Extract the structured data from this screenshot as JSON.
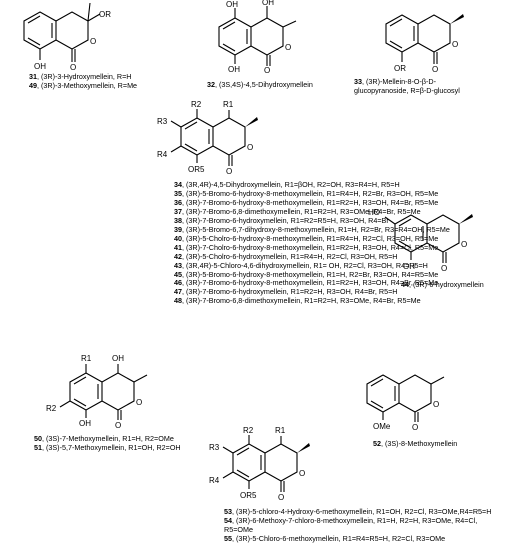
{
  "structures": {
    "s31": {
      "labels": [
        "OR",
        "O",
        "O",
        "OH"
      ]
    },
    "s32": {
      "labels": [
        "OH",
        "OH",
        "O",
        "O",
        "OH"
      ]
    },
    "s33": {
      "labels": [
        "O",
        "O",
        "OR"
      ]
    },
    "s34": {
      "labels": [
        "R2",
        "R1",
        "R3",
        "O",
        "R4",
        "O",
        "OR5"
      ]
    },
    "s44": {
      "labels": [
        "HO",
        "O",
        "OH",
        "O"
      ]
    },
    "s50": {
      "labels": [
        "R1",
        "OH",
        "R2",
        "O",
        "OH",
        "O"
      ]
    },
    "s52": {
      "labels": [
        "O",
        "OMe",
        "O"
      ]
    },
    "s53": {
      "labels": [
        "R2",
        "R1",
        "R3",
        "O",
        "R4",
        "O",
        "OR5"
      ]
    }
  },
  "captions": {
    "c31": {
      "num": "31",
      "text": ", (3R)-3-Hydroxymellein, R=H"
    },
    "c49": {
      "num": "49",
      "text": ", (3R)-3-Methoxymellein, R=Me"
    },
    "c32": {
      "num": "32",
      "text": ", (3S,4S)-4,5-Dihydroxymellein"
    },
    "c33": {
      "num": "33",
      "text": ", (3R)-Mellein-8-O-β-D-",
      "line2": "glucopyranoside, R=β-D-glucosyl"
    },
    "c44": {
      "num": "44",
      "text": ", (3R)-6-hydroxymellein"
    },
    "c50": {
      "num": "50",
      "text": ", (3S)-7-Methoxymellein, R1=H, R2=OMe"
    },
    "c51": {
      "num": "51",
      "text": ", (3S)-5,7-Methoxymellein, R1=OH, R2=OH"
    },
    "c52": {
      "num": "52",
      "text": ", (3S)-8-Methoxymellein"
    }
  },
  "compound_list": [
    {
      "num": "34",
      "text": ", (3R,4R)-4,5-Dihydroxymellein, R1=βOH, R2=OH, R3=R4=H, R5=H"
    },
    {
      "num": "35",
      "text": ", (3R)-5-Bromo-6-hydroxy-8-methoxymellein, R1=R4=H, R2=Br, R3=OH, R5=Me"
    },
    {
      "num": "36",
      "text": ", (3R)-7-Bromo-6-hydroxy-8-methoxymellein, R1=R2=H, R3=OH, R4=Br, R5=Me"
    },
    {
      "num": "37",
      "text": ", (3R)-7-Bromo-6,8-dimethoxymellein, R1=R2=H, R3=OMe, R4=Br, R5=Me"
    },
    {
      "num": "38",
      "text": ", (3R)-7-Bromo-6-hydroxymellein, R1=R2=R5=H, R3=OH, R4=Br"
    },
    {
      "num": "39",
      "text": ", (3R)-5-Bromo-6,7-dihydroxy-8-methoxymellein, R1=H, R2=Br, R3=R4=OH, R5=Me"
    },
    {
      "num": "40",
      "text": ", (3R)-5-Cholro-6-hydroxy-8-methoxymellein, R1=R4=H, R2=Cl, R3=OH, R5=Me"
    },
    {
      "num": "41",
      "text": ", (3R)-7-Cholro-6-hydroxy-8-methoxymellein, R1=R2=H, R3=OH, R4=Cl, R5=Me"
    },
    {
      "num": "42",
      "text": ", (3R)-5-Cholro-6-hydroxymellein, R1=R4=H, R2=Cl, R3=OH, R5=H"
    },
    {
      "num": "43",
      "text": ", (3R,4R)-5-Chloro-4,6-dihydroxymellein, R1= OH, R2=Cl, R3=OH, R4=R5=H"
    },
    {
      "num": "45",
      "text": ", (3R)-5-Bromo-6-hydroxy-8-methoxymellein, R1=H, R2=Br, R3=OH, R4=R5=Me"
    },
    {
      "num": "46",
      "text": ", (3R)-7-Bromo-6-hydroxy-8-methoxymellein, R1=R2=H, R3=OH, R4=Br, R5=Me"
    },
    {
      "num": "47",
      "text": ", (3R)-7-Bromo-6-hydroxymellein, R1=R2=H, R3=OH, R4=Br, R5=H"
    },
    {
      "num": "48",
      "text": ", (3R)-7-Bromo-6,8-dimethoxymellein, R1=R2=H, R3=OMe, R4=Br, R5=Me"
    }
  ],
  "compound_list_2": [
    {
      "num": "53",
      "text": ", (3R)-5-chloro-4-Hydroxy-6-methoxymellein, R1=OH, R2=Cl, R3=OMe,R4=R5=H"
    },
    {
      "num": "54",
      "text": ", (3R)-6-Methoxy-7-chloro-8-methoxymellein, R1=H, R2=H, R3=OMe, R4=Cl, R5=OMe"
    },
    {
      "num": "55",
      "text": ", (3R)-5-Chloro-6-methoxymellein, R1=R4=R5=H, R2=Cl, R3=OMe"
    }
  ]
}
